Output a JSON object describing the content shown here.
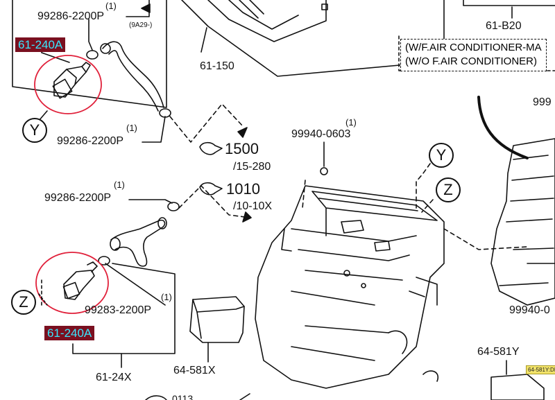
{
  "labels": {
    "p1": "99286-2200P",
    "p1_qty": "(1)",
    "ref_9a29": "(9A29-)",
    "part_hi_top": "61-240A",
    "p2": "99286-2200P",
    "p2_qty": "(1)",
    "p3": "99286-2200P",
    "p3_qty": "(1)",
    "p4": "99283-2200P",
    "p4_qty": "(1)",
    "part_hi_bottom": "61-240A",
    "p_61150": "61-150",
    "p_61b20": "61-B20",
    "note_line1": "(W/F.AIR CONDITIONER-MA",
    "note_line2": "(W/O F.AIR CONDITIONER)",
    "p_99940_0603": "99940-0603",
    "p_99940_0603_qty": "(1)",
    "torque1_value": "1500",
    "torque1_range": "/15-280",
    "torque2_value": "1010",
    "torque2_range": "/10-10X",
    "p_6124x": "61-24X",
    "p_64581x": "64-581X",
    "p_64581y": "64-581Y",
    "p_99940_right": "99940-0",
    "p_999_topright": "999",
    "tag_yellow": "64-581Y:DI",
    "bottom_partial": "0113"
  },
  "markers": {
    "y_left": "Y",
    "z_left": "Z",
    "y_center": "Y",
    "z_center": "Z"
  },
  "colors": {
    "highlight_bg": "#7a1020",
    "highlight_text": "#38e8ff",
    "callout_red": "#e0203a",
    "tag_yellow": "#f2e36a"
  }
}
